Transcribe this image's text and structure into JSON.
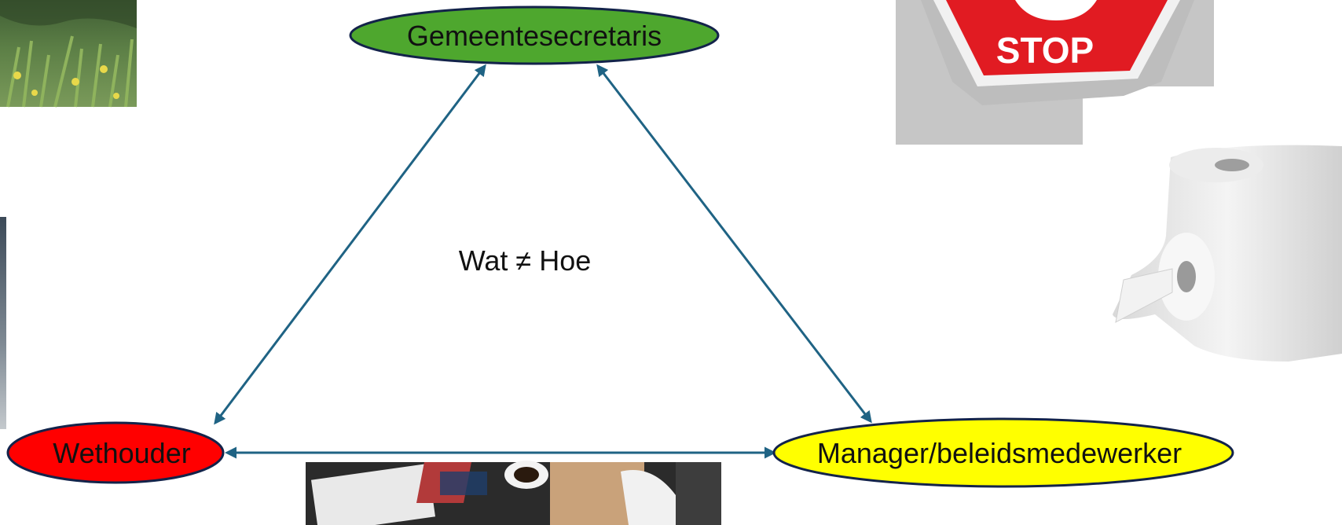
{
  "diagram": {
    "nodes": {
      "top": {
        "label": "Gemeentesecretaris",
        "color": "#4ea72e"
      },
      "left": {
        "label": "Wethouder",
        "color": "#ff0000"
      },
      "right": {
        "label": "Manager/beleidsmedewerker",
        "color": "#ffff00"
      }
    },
    "center_label": "Wat ≠ Hoe",
    "edge_color": "#1f6384",
    "edges": [
      {
        "from": "top",
        "to": "left",
        "arrows": "both"
      },
      {
        "from": "top",
        "to": "right",
        "arrows": "both"
      },
      {
        "from": "left",
        "to": "right",
        "arrows": "both"
      }
    ]
  },
  "images": {
    "top_left": "photo-pond-irises",
    "left_middle": "photo-dark-landscape",
    "bottom_center": "photo-desk-coffee",
    "top_right": "photo-stop-sign",
    "right_middle": "photo-toilet-paper-rolls"
  },
  "stop_sign": {
    "text": "STOP"
  }
}
